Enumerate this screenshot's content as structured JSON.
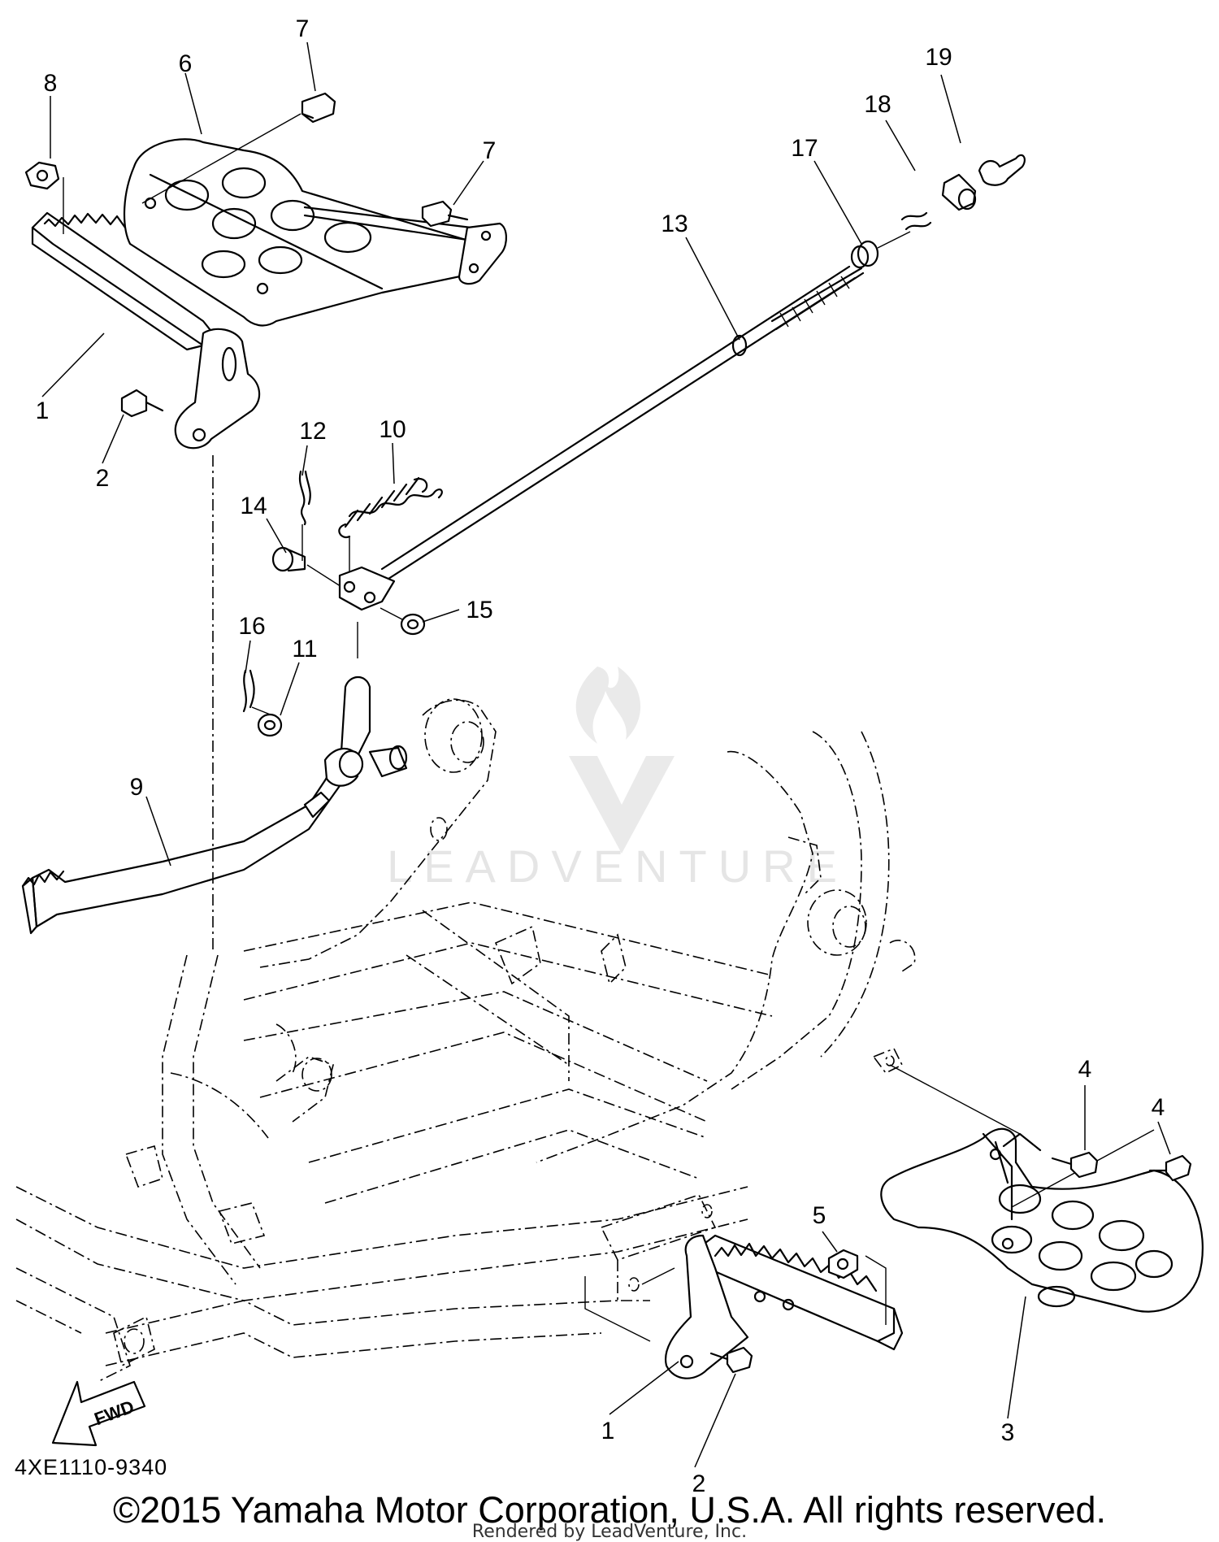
{
  "diagram": {
    "code": "4XE1110-9340",
    "copyright": "©2015 Yamaha Motor Corporation, U.S.A. All rights reserved.",
    "rendered_by": "Rendered by LeadVenture, Inc.",
    "watermark": "LEADVENTURE",
    "fwd_label": "FWD"
  },
  "callouts": [
    {
      "id": "c1a",
      "label": "1"
    },
    {
      "id": "c1b",
      "label": "1"
    },
    {
      "id": "c2a",
      "label": "2"
    },
    {
      "id": "c2b",
      "label": "2"
    },
    {
      "id": "c3",
      "label": "3"
    },
    {
      "id": "c4a",
      "label": "4"
    },
    {
      "id": "c4b",
      "label": "4"
    },
    {
      "id": "c5",
      "label": "5"
    },
    {
      "id": "c6",
      "label": "6"
    },
    {
      "id": "c7a",
      "label": "7"
    },
    {
      "id": "c7b",
      "label": "7"
    },
    {
      "id": "c8",
      "label": "8"
    },
    {
      "id": "c9",
      "label": "9"
    },
    {
      "id": "c10",
      "label": "10"
    },
    {
      "id": "c11",
      "label": "11"
    },
    {
      "id": "c12",
      "label": "12"
    },
    {
      "id": "c13",
      "label": "13"
    },
    {
      "id": "c14",
      "label": "14"
    },
    {
      "id": "c15",
      "label": "15"
    },
    {
      "id": "c16",
      "label": "16"
    },
    {
      "id": "c17",
      "label": "17"
    },
    {
      "id": "c18",
      "label": "18"
    },
    {
      "id": "c19",
      "label": "19"
    }
  ],
  "icons": [
    "fwd-arrow-icon",
    "leadventure-flame-logo-icon"
  ]
}
